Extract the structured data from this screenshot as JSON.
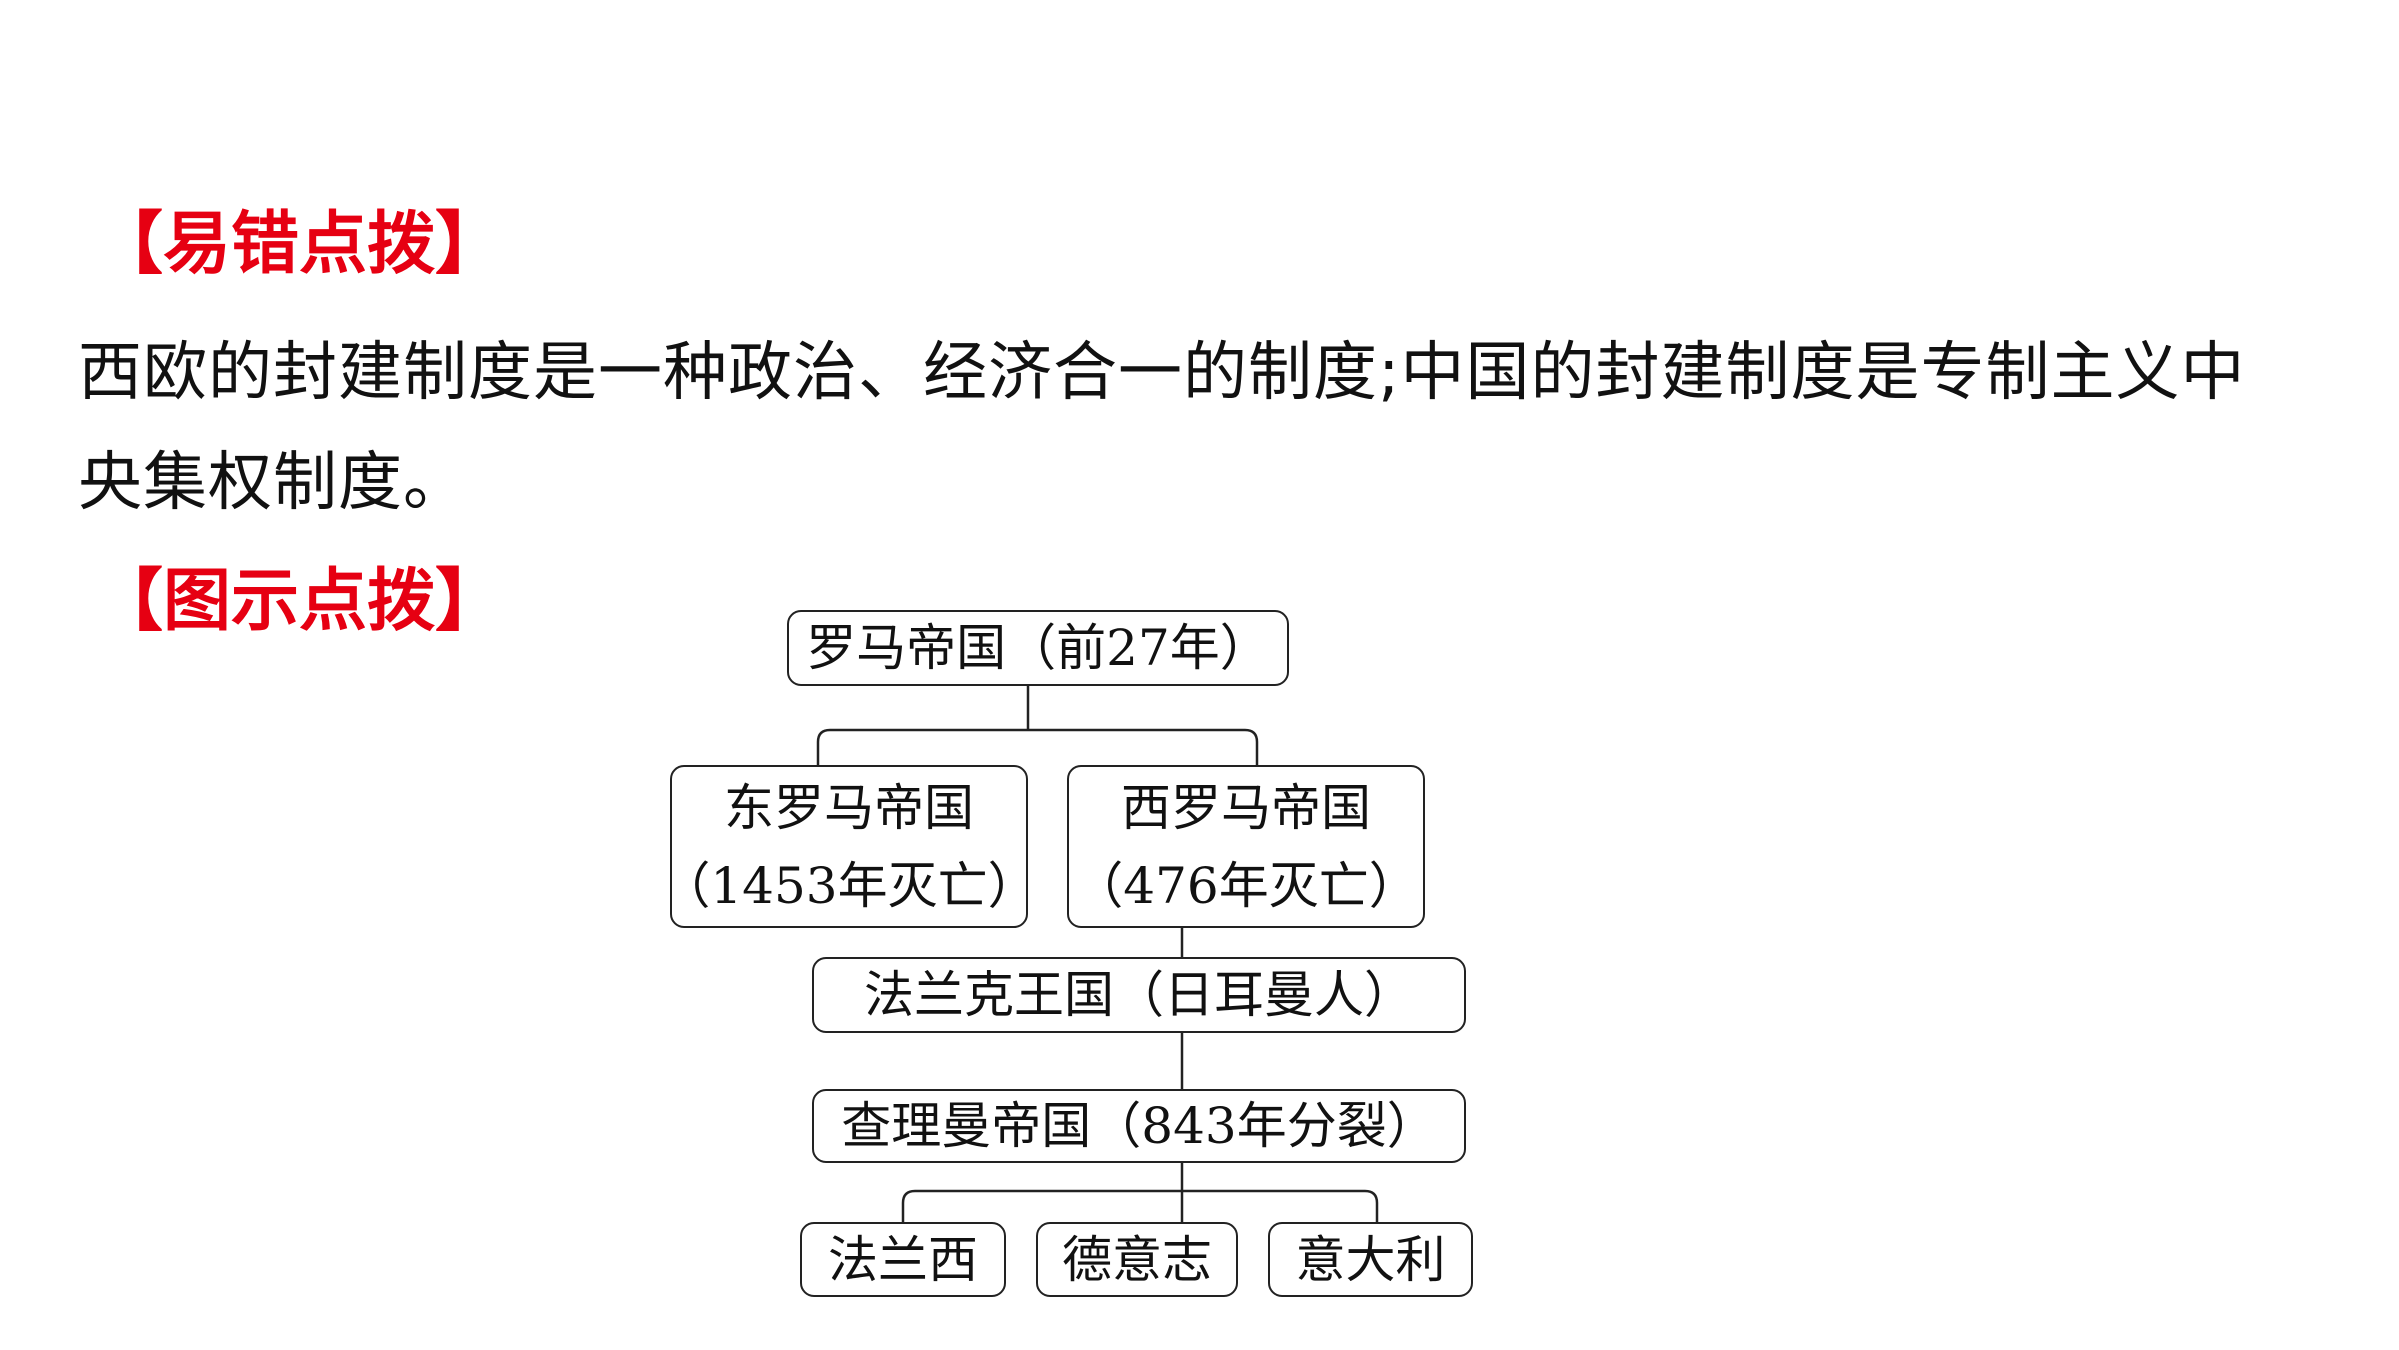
{
  "sections": [
    {
      "heading": "【易错点拨】",
      "paragraph_lines": [
        "西欧的封建制度是一种政治、经济合一的制度;中国的封建制度是专制主义中",
        "央集权制度。"
      ]
    },
    {
      "heading": "【图示点拨】"
    }
  ],
  "diagram": {
    "root": {
      "line1": "罗马帝国（前27年）"
    },
    "east": {
      "line1": "东罗马帝国",
      "line2": "（1453年灭亡）"
    },
    "west": {
      "line1": "西罗马帝国",
      "line2": "（476年灭亡）"
    },
    "frank": {
      "line1": "法兰克王国（日耳曼人）"
    },
    "charlemagne": {
      "line1": "查理曼帝国（843年分裂）"
    },
    "france": {
      "line1": "法兰西"
    },
    "germany": {
      "line1": "德意志"
    },
    "italy": {
      "line1": "意大利"
    }
  }
}
